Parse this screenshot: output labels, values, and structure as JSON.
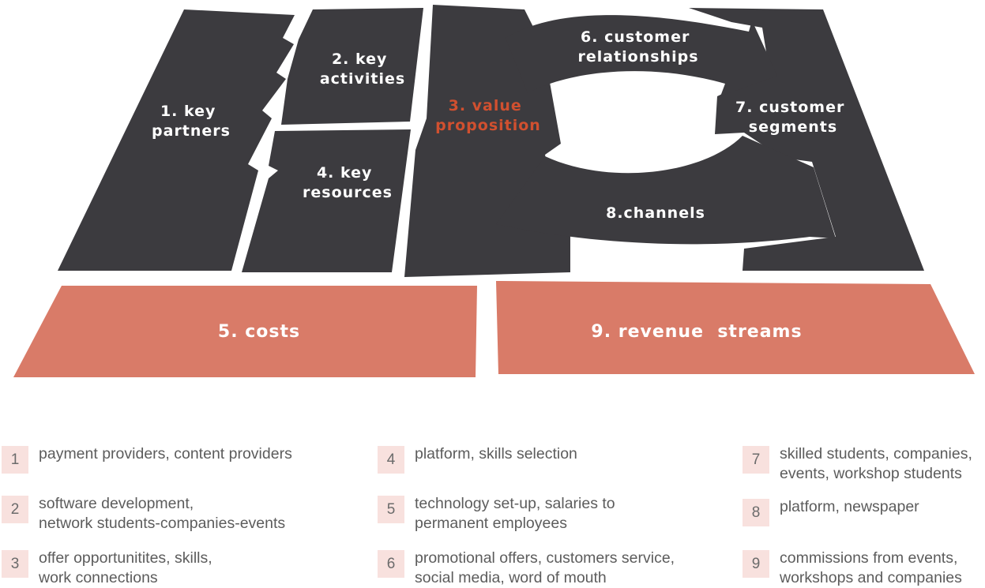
{
  "colors": {
    "dark": "#3c3b3f",
    "accent": "#d97b68",
    "value_text": "#d1502f",
    "white": "#ffffff",
    "badge_bg": "#f8e1de"
  },
  "canvas": {
    "blocks": [
      {
        "id": "key-partners",
        "lines": [
          "1. key",
          "partners"
        ]
      },
      {
        "id": "key-activities",
        "lines": [
          "2. key",
          "activities"
        ]
      },
      {
        "id": "key-resources",
        "lines": [
          "4. key",
          "resources"
        ]
      },
      {
        "id": "value-proposition",
        "lines": [
          "3. value",
          "proposition"
        ]
      },
      {
        "id": "customer-relationships",
        "lines": [
          "6. customer",
          "relationships"
        ]
      },
      {
        "id": "customer-segments",
        "lines": [
          "7. customer",
          "segments"
        ]
      },
      {
        "id": "channels",
        "lines": [
          "8.channels"
        ]
      },
      {
        "id": "costs",
        "lines": [
          "5. costs"
        ]
      },
      {
        "id": "revenue-streams",
        "lines": [
          "9. revenue  streams"
        ]
      }
    ]
  },
  "legend": [
    {
      "num": "1",
      "text": "payment providers, content providers"
    },
    {
      "num": "2",
      "text": "software development,\nnetwork students-companies-events"
    },
    {
      "num": "3",
      "text": "offer opportunitites, skills,\nwork connections"
    },
    {
      "num": "4",
      "text": "platform, skills selection"
    },
    {
      "num": "5",
      "text": "technology set-up, salaries to\npermanent employees"
    },
    {
      "num": "6",
      "text": "promotional offers, customers service,\nsocial media, word of mouth"
    },
    {
      "num": "7",
      "text": "skilled students, companies,\nevents, workshop students"
    },
    {
      "num": "8",
      "text": "platform, newspaper"
    },
    {
      "num": "9",
      "text": "commissions from events,\nworkshops and companies"
    }
  ]
}
